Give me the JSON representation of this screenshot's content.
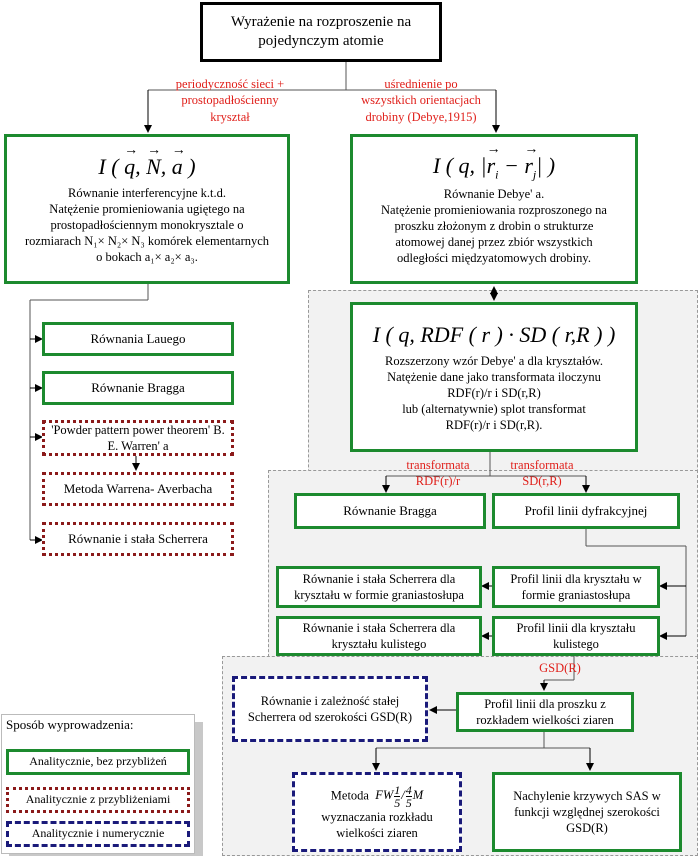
{
  "top_box": {
    "line1": "Wyrażenie na rozproszenie na",
    "line2": "pojedynczym atomie"
  },
  "edge_labels": {
    "left": [
      "periodyczność sieci +",
      "prostopadłościenny",
      "kryształ"
    ],
    "right": [
      "uśrednienie po",
      "wszystkich orientacjach",
      "drobiny (Debye,1915)"
    ],
    "transform_left": [
      "transformata",
      "RDF(r)/r"
    ],
    "transform_right": [
      "transformata",
      "SD(r,R)"
    ],
    "gsd": "GSD(R)"
  },
  "laue_box": {
    "formula": "I(q, N, a)",
    "lines": [
      "Równanie interferencyjne k.t.d.",
      "Natężenie promieniowania ugiętego na",
      "prostopadłościennym monokrysztale o",
      "rozmiarach N₁× N₂× N₃ komórek elementarnych",
      "o bokach a₁× a₂× a₃."
    ]
  },
  "debye_box": {
    "formula": "I(q,|ri − rj|)",
    "lines": [
      "Równanie Debye' a.",
      "Natężenie promieniowania rozproszonego na",
      "proszku złożonym z drobin o strukturze",
      "atomowej danej przez zbiór wszystkich",
      "odległości międzyatomowych drobiny."
    ]
  },
  "rdf_box": {
    "formula": "I(q, RDF(r)·SD(r,R))",
    "lines": [
      "Rozszerzony wzór Debye' a dla kryształów.",
      "Natężenie dane jako transformata iloczynu",
      "RDF(r)/r  i  SD(r,R)",
      "lub (alternatywnie) splot transformat",
      "RDF(r)/r  i  SD(r,R)."
    ]
  },
  "left_list": [
    "Równania Lauego",
    "Równanie Bragga",
    "'Powder pattern power theorem' B. E. Warren' a",
    "Metoda Warrena- Averbacha",
    "Równanie i stała Scherrera"
  ],
  "bragg2": "Równanie Bragga",
  "profile_line": "Profil linii dyfrakcyjnej",
  "scherrer_prism": "Równanie i stała Scherrera dla kryształu w formie graniastosłupa",
  "profile_prism": "Profil linii dla kryształu w formie graniastosłupa",
  "scherrer_sphere": "Równanie i stała Scherrera dla kryształu kulistego",
  "profile_sphere": "Profil linii dla kryształu kulistego",
  "scherrer_gsd": "Równanie i zależność stałej Scherrera od szerokości GSD(R)",
  "profile_powder": "Profil linii dla proszku z rozkładem wielkości ziaren",
  "method_box": {
    "prefix": "Metoda",
    "tail": "wyznaczania rozkładu wielkości ziaren"
  },
  "sas_box": "Nachylenie krzywych SAS w funkcji względnej szerokości GSD(R)",
  "legend": {
    "title": "Sposób wyprowadzenia:",
    "items": [
      "Analitycznie, bez przybliżeń",
      "Analitycznie z przybliżeniami",
      "Analitycznie i numerycznie"
    ]
  },
  "colors": {
    "green": "#1c8a2e",
    "red_dotted": "#8b1a1a",
    "blue_dashed": "#1a1a7a",
    "label_red": "#e0201b"
  }
}
